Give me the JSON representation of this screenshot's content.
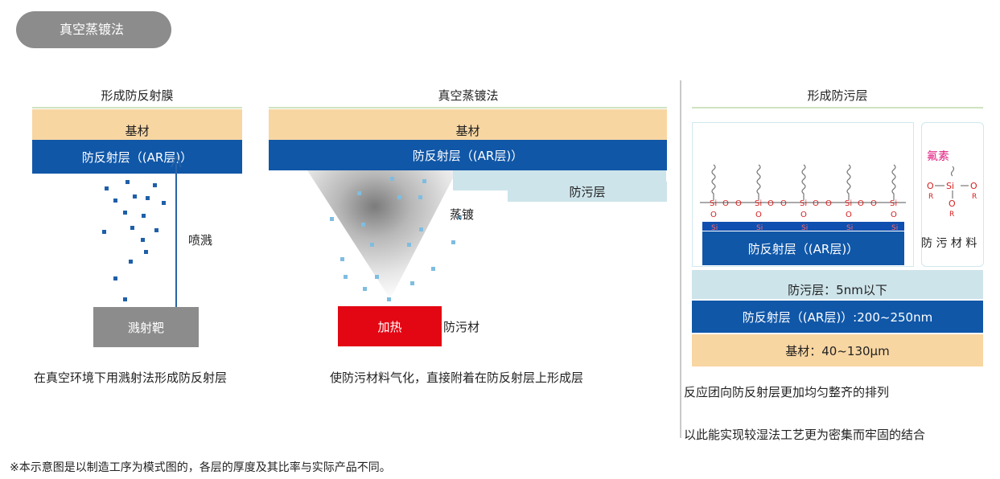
{
  "header": {
    "label": "真空蒸镀法"
  },
  "panel1": {
    "title": "形成防反射膜",
    "substrate": "基材",
    "ar_layer": "防反射层（(AR层)）",
    "spray": "喷溅",
    "target": "溅射靶",
    "caption": "在真空环境下用溅射法形成防反射层"
  },
  "panel2": {
    "title": "真空蒸镀法",
    "substrate": "基材",
    "ar_layer": "防反射层（(AR层)）",
    "af_layer": "防污层",
    "evap": "蒸镀",
    "heat": "加热",
    "material": "防污材",
    "caption": "使防污材料气化，直接附着在防反射层上形成层"
  },
  "panel3": {
    "title": "形成防污层",
    "ar_layer": "防反射层（(AR层)）",
    "fluorine": "氟素",
    "af_material": "防 污 材 料",
    "af_layer": "防污层：5nm以下",
    "ar_thickness": "防反射层（(AR层)）:200~250nm",
    "substrate_thickness": "基材：40~130μm",
    "caption1": "反应团向防反射层更加均匀整齐的排列",
    "caption2": "以此能实现较湿法工艺更为密集而牢固的结合"
  },
  "footnote": "※本示意图是以制造工序为模式图的，各层的厚度及其比率与实际产品不同。",
  "colors": {
    "substrate": "#f8d6a2",
    "ar": "#1057a8",
    "af": "#cde4ea",
    "heater": "#e30613",
    "target": "#8c8c8c"
  }
}
